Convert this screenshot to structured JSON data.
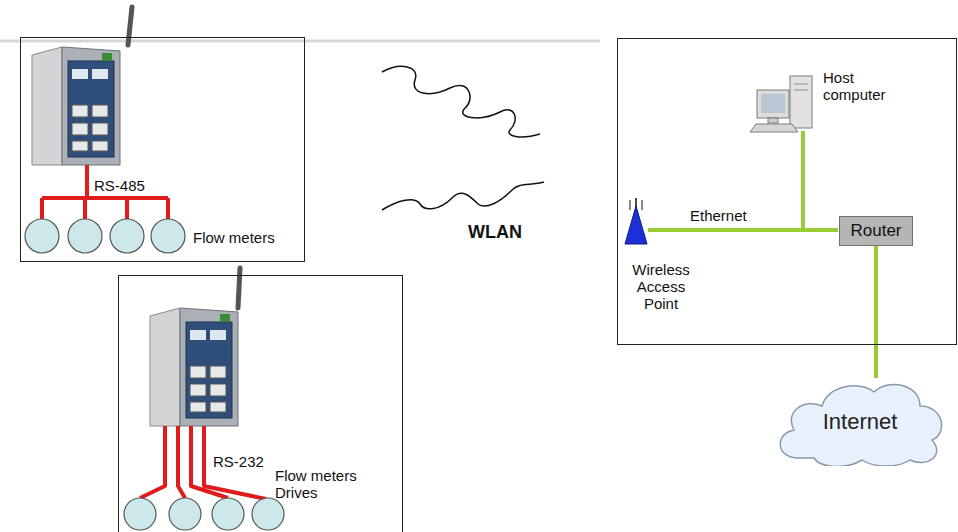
{
  "diagram": {
    "nodes": [
      {
        "text": [
          "RS-485",
          "Flow meters"
        ]
      },
      {
        "text": [
          "RS-232",
          "Flow meters Drives"
        ]
      },
      {
        "text": [
          "Host computer",
          "Wireless Access Point"
        ]
      },
      {
        "text": [
          "Router"
        ],
        "in": 2
      },
      {
        "text": [
          "Internet"
        ]
      }
    ],
    "edges": [
      {
        "from": 3,
        "to": 4,
        "arrow": "none"
      }
    ],
    "labels": [
      "WLAN",
      "Ethernet"
    ]
  }
}
